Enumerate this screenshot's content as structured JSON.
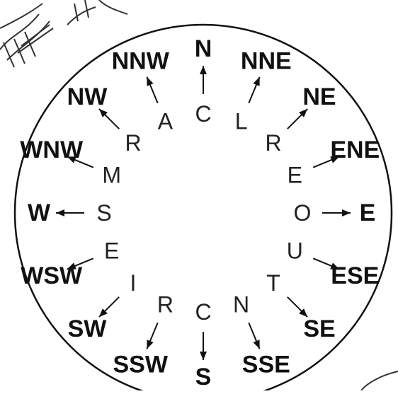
{
  "compass": {
    "directions": [
      {
        "label": "N",
        "letter": "C"
      },
      {
        "label": "NNE",
        "letter": "L"
      },
      {
        "label": "NE",
        "letter": "R"
      },
      {
        "label": "ENE",
        "letter": "E"
      },
      {
        "label": "E",
        "letter": "O"
      },
      {
        "label": "ESE",
        "letter": "U"
      },
      {
        "label": "SE",
        "letter": "T"
      },
      {
        "label": "SSE",
        "letter": "N"
      },
      {
        "label": "S",
        "letter": "C"
      },
      {
        "label": "SSW",
        "letter": "R"
      },
      {
        "label": "SW",
        "letter": "I"
      },
      {
        "label": "WSW",
        "letter": "E"
      },
      {
        "label": "W",
        "letter": "S"
      },
      {
        "label": "WNW",
        "letter": "M"
      },
      {
        "label": "NW",
        "letter": "R"
      },
      {
        "label": "NNW",
        "letter": "A"
      }
    ]
  },
  "colors": {
    "ink": "#111111",
    "background": "#ffffff"
  }
}
